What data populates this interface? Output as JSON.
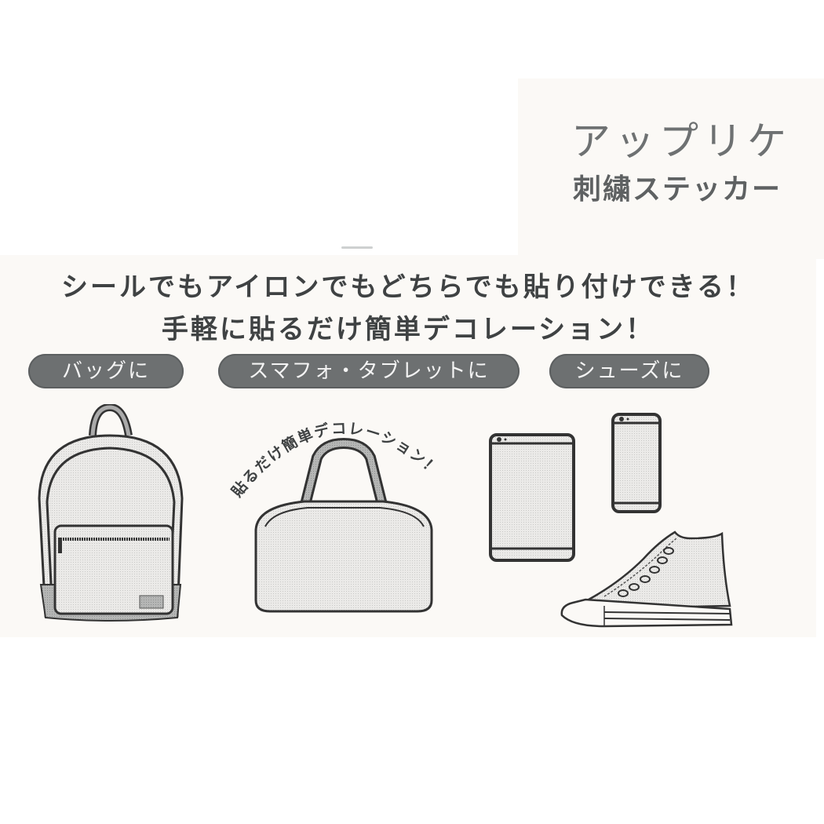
{
  "product": {
    "title_line1": "アップリケ",
    "title_line2": "刺繍ステッカー"
  },
  "headline": {
    "line1": "シールでもアイロンでもどちらでも貼り付けできる！",
    "line2": "手軽に貼るだけ簡単デコレーション！"
  },
  "categories": [
    {
      "label": "バッグに"
    },
    {
      "label": "スマフォ・タブレットに"
    },
    {
      "label": "シューズに"
    }
  ],
  "arc_caption": "貼るだけ簡単デコレーション！",
  "illustrations": [
    {
      "name": "backpack"
    },
    {
      "name": "handbag"
    },
    {
      "name": "tablet"
    },
    {
      "name": "smartphone"
    },
    {
      "name": "high-top-sneaker"
    }
  ],
  "colors": {
    "panel": "#fbf9f6",
    "pill": "#6d7071",
    "text": "#3f4243",
    "title": "#6e7172"
  }
}
